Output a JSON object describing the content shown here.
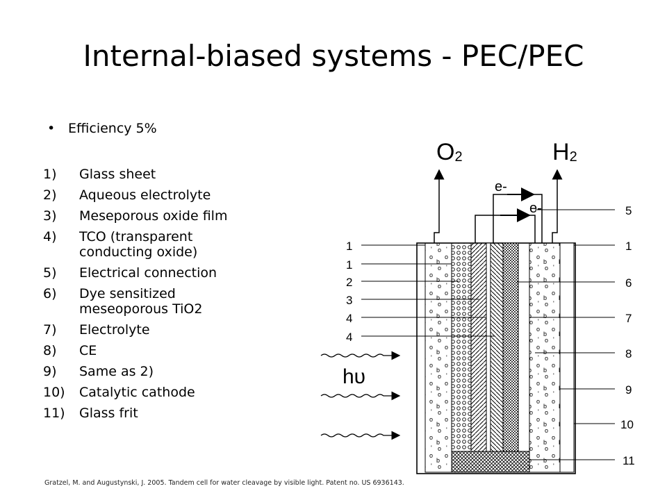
{
  "slide": {
    "title": "Internal-biased systems - PEC/PEC",
    "bullet": "Efficiency 5%",
    "list": [
      {
        "num": "1)",
        "text": "Glass sheet"
      },
      {
        "num": "2)",
        "text": "Aqueous electrolyte"
      },
      {
        "num": "3)",
        "text": "Meseporous oxide film"
      },
      {
        "num": "4)",
        "text": "TCO (transparent conducting oxide)"
      },
      {
        "num": "5)",
        "text": "Electrical connection"
      },
      {
        "num": "6)",
        "text": "Dye sensitized meseoporous TiO2"
      },
      {
        "num": "7)",
        "text": "Electrolyte"
      },
      {
        "num": "8)",
        "text": "CE"
      },
      {
        "num": "9)",
        "text": "Same as 2)"
      },
      {
        "num": "10)",
        "text": "Catalytic cathode"
      },
      {
        "num": "11)",
        "text": "Glass frit"
      }
    ],
    "citation": "Gratzel, M. and Augustynski, J. 2005. Tandem cell for water cleavage by visible light. Patent no. US 6936143."
  },
  "diagram": {
    "gas_left": "O",
    "gas_left_sub": "2",
    "gas_right": "H",
    "gas_right_sub": "2",
    "electron_top": "e-",
    "electron_bottom": "e-",
    "light_label": "hυ",
    "left_labels": [
      "1",
      "1",
      "2",
      "3",
      "4",
      "4"
    ],
    "right_labels": [
      "5",
      "1",
      "6",
      "7",
      "8",
      "9",
      "10",
      "11"
    ]
  }
}
